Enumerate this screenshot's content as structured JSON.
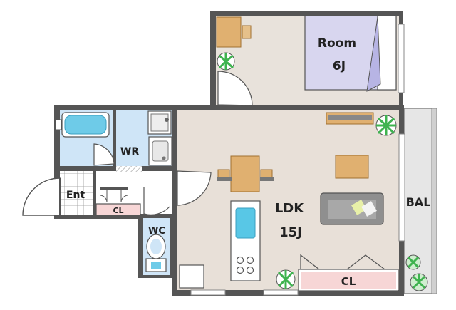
{
  "rooms": {
    "room": {
      "name": "Room",
      "size": "6J"
    },
    "ldk": {
      "name": "LDK",
      "size": "15J"
    },
    "wr": "WR",
    "wc": "WC",
    "ent": "Ent",
    "bal": "BAL",
    "cl_small": "CL",
    "cl_large": "CL"
  },
  "colors": {
    "wall": "#555555",
    "floor_ldk": "#e8e0d8",
    "floor_room": "#e8e2db",
    "wet_area": "#cfe5f7",
    "bed": "#d8d6ef",
    "closet": "#f7d6d6",
    "balcony": "#e6e6e6",
    "wood": "#e0b070",
    "sofa": "#8f8f8f",
    "plant": "#3fb34f",
    "sink": "#58c7e6"
  }
}
